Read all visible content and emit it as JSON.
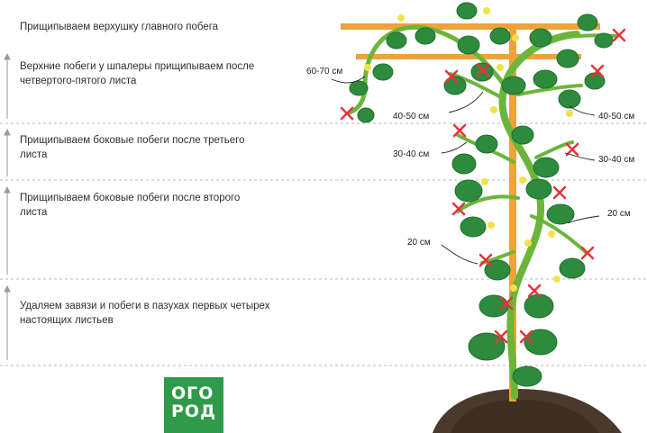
{
  "steps": [
    {
      "text": "Прищипываем верхушку главного побега"
    },
    {
      "text": "Верхние побеги у шпалеры прищипываем после\nчетвертого-пятого листа"
    },
    {
      "text": "Прищипываем боковые побеги после третьего\nлиста"
    },
    {
      "text": "Прищипываем боковые побеги после второго\nлиста"
    },
    {
      "text": "Удаляем завязи и побеги в пазухах первых четырех\nнастоящих листьев"
    }
  ],
  "distances": {
    "d1": "60-70 см",
    "d2": "40-50 см",
    "d3": "40-50 см",
    "d4": "30-40 см",
    "d5": "30-40 см",
    "d6": "20 см",
    "d7": "20 см"
  },
  "logo": {
    "line1": "ОГО",
    "line2": "РОД"
  },
  "colors": {
    "trellis": "#f0a23a",
    "stem": "#6bb53a",
    "leaf": "#2e8b3d",
    "leaf_dark": "#1f6e2e",
    "flower": "#f2e24a",
    "cross": "#e8333b",
    "soil": "#4a3a2c",
    "divider": "#b9b9b9",
    "brand": "#2f9a4a"
  }
}
